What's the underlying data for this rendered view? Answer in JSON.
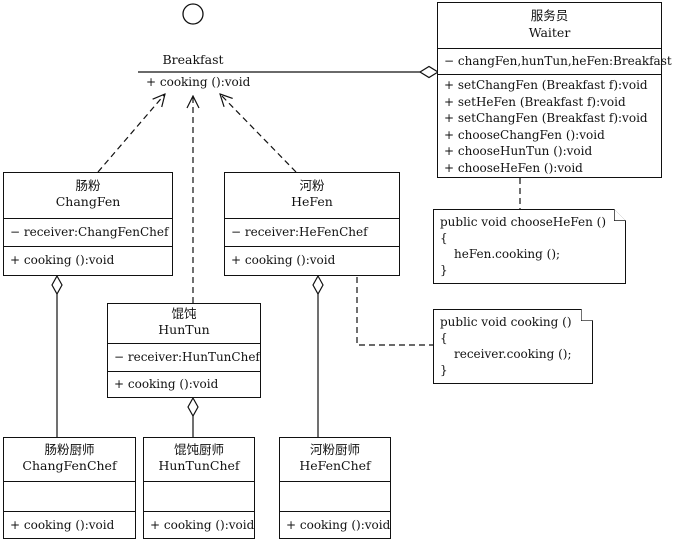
{
  "breakfast": {
    "name": "Breakfast",
    "operation": "+ cooking ():void"
  },
  "waiter": {
    "name_cn": "服务员",
    "name_en": "Waiter",
    "attributes": [
      "− changFen,hunTun,heFen:Breakfast"
    ],
    "operations": [
      "+ setChangFen (Breakfast f):void",
      "+ setHeFen (Breakfast f):void",
      "+ setChangFen (Breakfast f):void",
      "+ chooseChangFen ():void",
      "+ chooseHunTun ():void",
      "+ chooseHeFen ():void"
    ]
  },
  "changfen": {
    "name_cn": "肠粉",
    "name_en": "ChangFen",
    "attribute": "− receiver:ChangFenChef",
    "operation": "+ cooking ():void"
  },
  "hefen": {
    "name_cn": "河粉",
    "name_en": "HeFen",
    "attribute": "− receiver:HeFenChef",
    "operation": "+ cooking ():void"
  },
  "huntun": {
    "name_cn": "馄饨",
    "name_en": "HunTun",
    "attribute": "− receiver:HunTunChef",
    "operation": "+ cooking ():void"
  },
  "changfen_chef": {
    "name_cn": "肠粉厨师",
    "name_en": "ChangFenChef",
    "operation": "+ cooking ():void"
  },
  "huntun_chef": {
    "name_cn": "馄饨厨师",
    "name_en": "HunTunChef",
    "operation": "+ cooking ():void"
  },
  "hefen_chef": {
    "name_cn": "河粉厨师",
    "name_en": "HeFenChef",
    "operation": "+ cooking ():void"
  },
  "note_choose_hefen": {
    "line1": "public void chooseHeFen ()",
    "line2": "{",
    "line3": "heFen.cooking ();",
    "line4": "}"
  },
  "note_cooking": {
    "line1": "public void cooking ()",
    "line2": "{",
    "line3": "receiver.cooking ();",
    "line4": "}"
  }
}
